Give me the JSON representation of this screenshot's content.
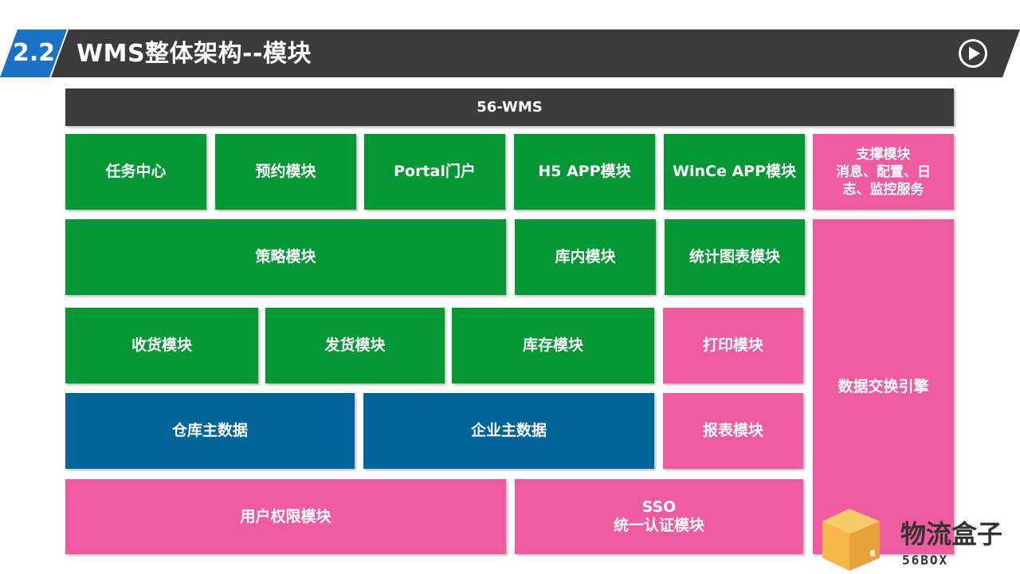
{
  "header": {
    "section_number": "2.2",
    "title": "WMS整体架构--模块"
  },
  "top_bar": "56-WMS",
  "modules": {
    "task_center": "任务中心",
    "booking": "预约模块",
    "portal": "Portal门户",
    "h5_app": "H5 APP模块",
    "wince_app": "WinCe APP模块",
    "support_title": "支撑模块",
    "support_desc": "消息、配置、日志、监控服务",
    "strategy": "策略模块",
    "in_warehouse": "库内模块",
    "stats_chart": "统计图表模块",
    "receiving": "收货模块",
    "shipping": "发货模块",
    "inventory": "库存模块",
    "print": "打印模块",
    "data_exchange": "数据交换引擎",
    "warehouse_master": "仓库主数据",
    "enterprise_master": "企业主数据",
    "report": "报表模块",
    "user_permission": "用户权限模块",
    "sso_title": "SSO",
    "sso_desc": "统一认证模块"
  },
  "watermark": {
    "name": "物流盒子",
    "sub": "56BOX"
  },
  "colors": {
    "green": "#039834",
    "pink": "#ef5ba1",
    "blue": "#01649a",
    "dark": "#3c3c3c",
    "header_blue": "#1b73c7",
    "box_orange": "#f5b74a"
  },
  "icons": [
    "play-circle-icon",
    "box-logo-icon"
  ]
}
